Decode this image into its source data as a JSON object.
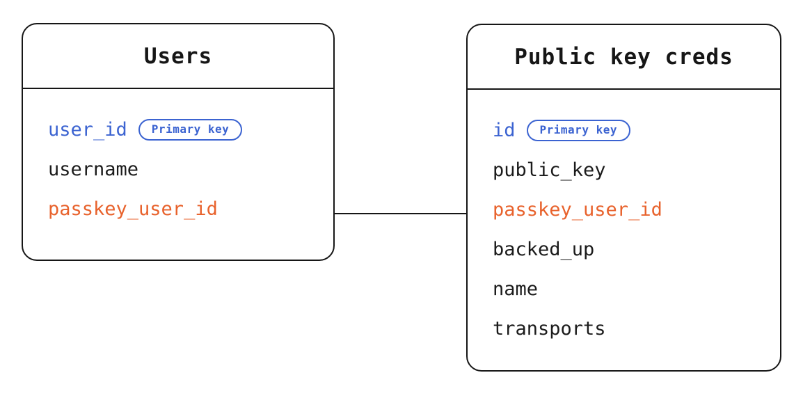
{
  "diagram": {
    "type": "entity-relationship-diagram",
    "background": "#ffffff",
    "colors": {
      "stroke": "#161616",
      "text_default": "#1b1b1b",
      "primary_key": "#3b63d1",
      "foreign_key": "#e8622c"
    },
    "badge_labels": {
      "primary_key": "Primary key"
    },
    "entities": [
      {
        "id": "users",
        "title": "Users",
        "fields": [
          {
            "name": "user_id",
            "tone": "pk",
            "badge": "Primary key"
          },
          {
            "name": "username",
            "tone": "default",
            "badge": null
          },
          {
            "name": "passkey_user_id",
            "tone": "fk",
            "badge": null
          }
        ]
      },
      {
        "id": "public_key_creds",
        "title": "Public key creds",
        "fields": [
          {
            "name": "id",
            "tone": "pk",
            "badge": "Primary key"
          },
          {
            "name": "public_key",
            "tone": "default",
            "badge": null
          },
          {
            "name": "passkey_user_id",
            "tone": "fk",
            "badge": null
          },
          {
            "name": "backed_up",
            "tone": "default",
            "badge": null
          },
          {
            "name": "name",
            "tone": "default",
            "badge": null
          },
          {
            "name": "transports",
            "tone": "default",
            "badge": null
          }
        ]
      }
    ],
    "relationships": [
      {
        "id": "users-to-public-key-creds",
        "from_entity": "users",
        "from_field": "passkey_user_id",
        "to_entity": "public_key_creds",
        "to_field": "passkey_user_id",
        "style": "straight-line"
      }
    ]
  }
}
